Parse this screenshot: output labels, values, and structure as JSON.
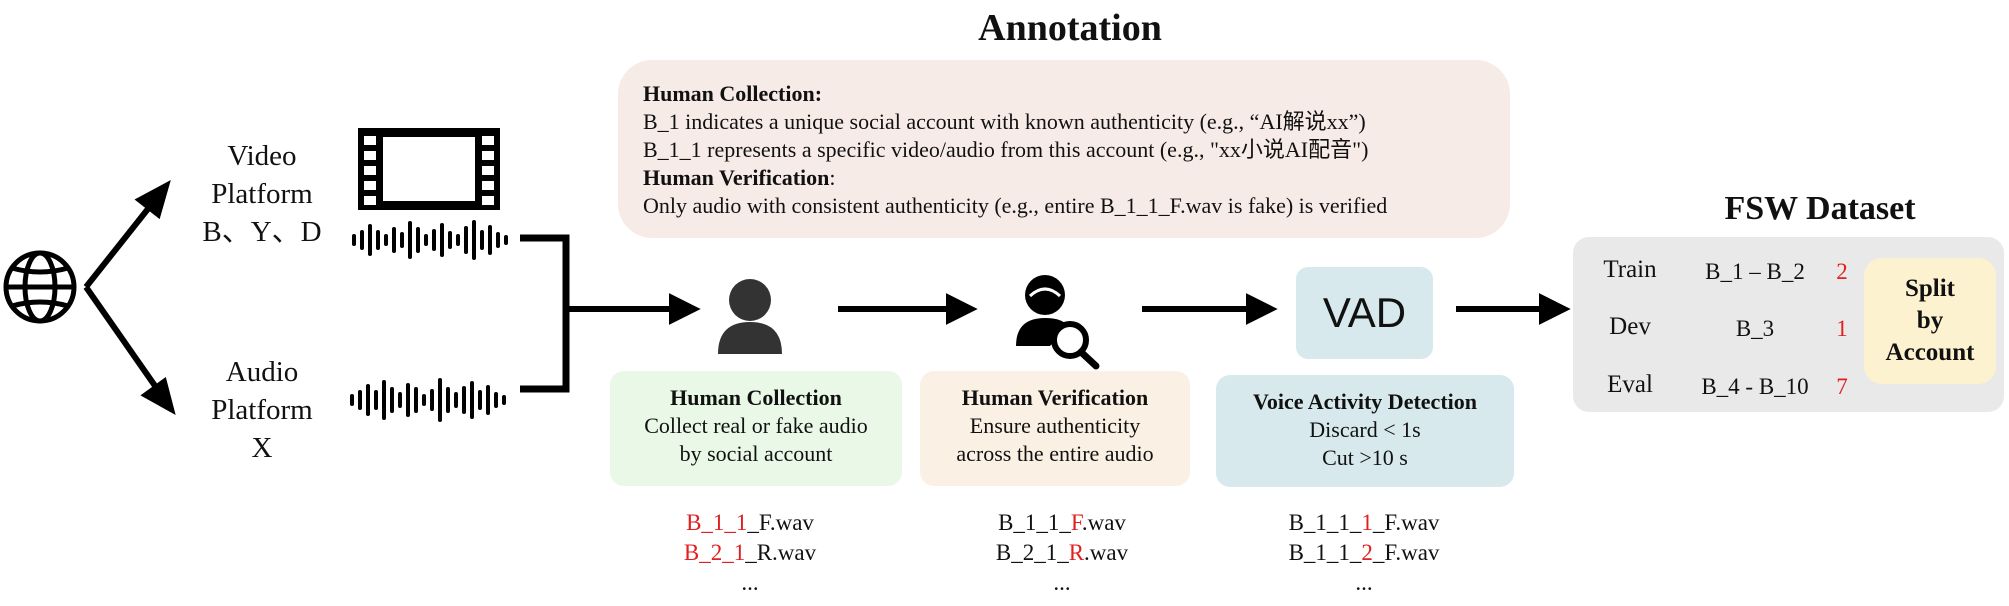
{
  "annotation_title": "Annotation",
  "video_platform": {
    "line1": "Video",
    "line2": "Platform",
    "line3": "B、Y、D"
  },
  "audio_platform": {
    "line1": "Audio",
    "line2": "Platform",
    "line3": "X"
  },
  "annotation_box": {
    "heading1": "Human Collection:",
    "line1": "B_1 indicates a unique social account with known authenticity (e.g., “AI解说xx”)",
    "line2": "B_1_1 represents a specific video/audio from this account (e.g., \"xx小说AI配音\")",
    "heading2": "Human Verification",
    "heading2_suffix": ":",
    "line3": "Only audio with consistent authenticity (e.g., entire B_1_1_F.wav is fake) is verified"
  },
  "steps": {
    "collection": {
      "title": "Human Collection",
      "line1": "Collect real or fake audio",
      "line2": "by social account"
    },
    "verification": {
      "title": "Human Verification",
      "line1": "Ensure authenticity",
      "line2": "across the entire audio"
    },
    "vad": {
      "box_label": "VAD",
      "title": "Voice Activity Detection",
      "line1": "Discard < 1s",
      "line2": "Cut >10 s"
    }
  },
  "file_lists": {
    "collection": [
      {
        "red": "B_1_1",
        "rest": "_F.wav"
      },
      {
        "red": "B_2_1",
        "rest": "_R.wav"
      }
    ],
    "verification": [
      {
        "pre": "B_1_1_",
        "red": "F",
        "rest": ".wav"
      },
      {
        "pre": "B_2_1_",
        "red": "R",
        "rest": ".wav"
      }
    ],
    "vad": [
      {
        "pre": "B_1_1_",
        "red": "1",
        "rest": "_F.wav"
      },
      {
        "pre": "B_1_1_",
        "red": "2",
        "rest": "_F.wav"
      }
    ],
    "ellipsis": "..."
  },
  "dataset": {
    "title": "FSW Dataset",
    "rows": [
      {
        "label": "Train",
        "range": "B_1 – B_2",
        "count": "2"
      },
      {
        "label": "Dev",
        "range": "B_3",
        "count": "1"
      },
      {
        "label": "Eval",
        "range": "B_4 - B_10",
        "count": "7"
      }
    ],
    "split_note": {
      "line1": "Split",
      "line2": "by",
      "line3": "Account"
    }
  },
  "colors": {
    "highlight": "#e02020",
    "annotation_bg": "#f7ebe8",
    "collection_bg": "#e9f8e7",
    "verification_bg": "#fbf0e4",
    "vad_bg": "#d8e9ee",
    "dataset_bg": "#e9e9e9",
    "split_bg": "#fdf2d0"
  },
  "icons": [
    "globe-icon",
    "film-icon",
    "waveform-icon",
    "person-icon",
    "person-search-icon"
  ]
}
